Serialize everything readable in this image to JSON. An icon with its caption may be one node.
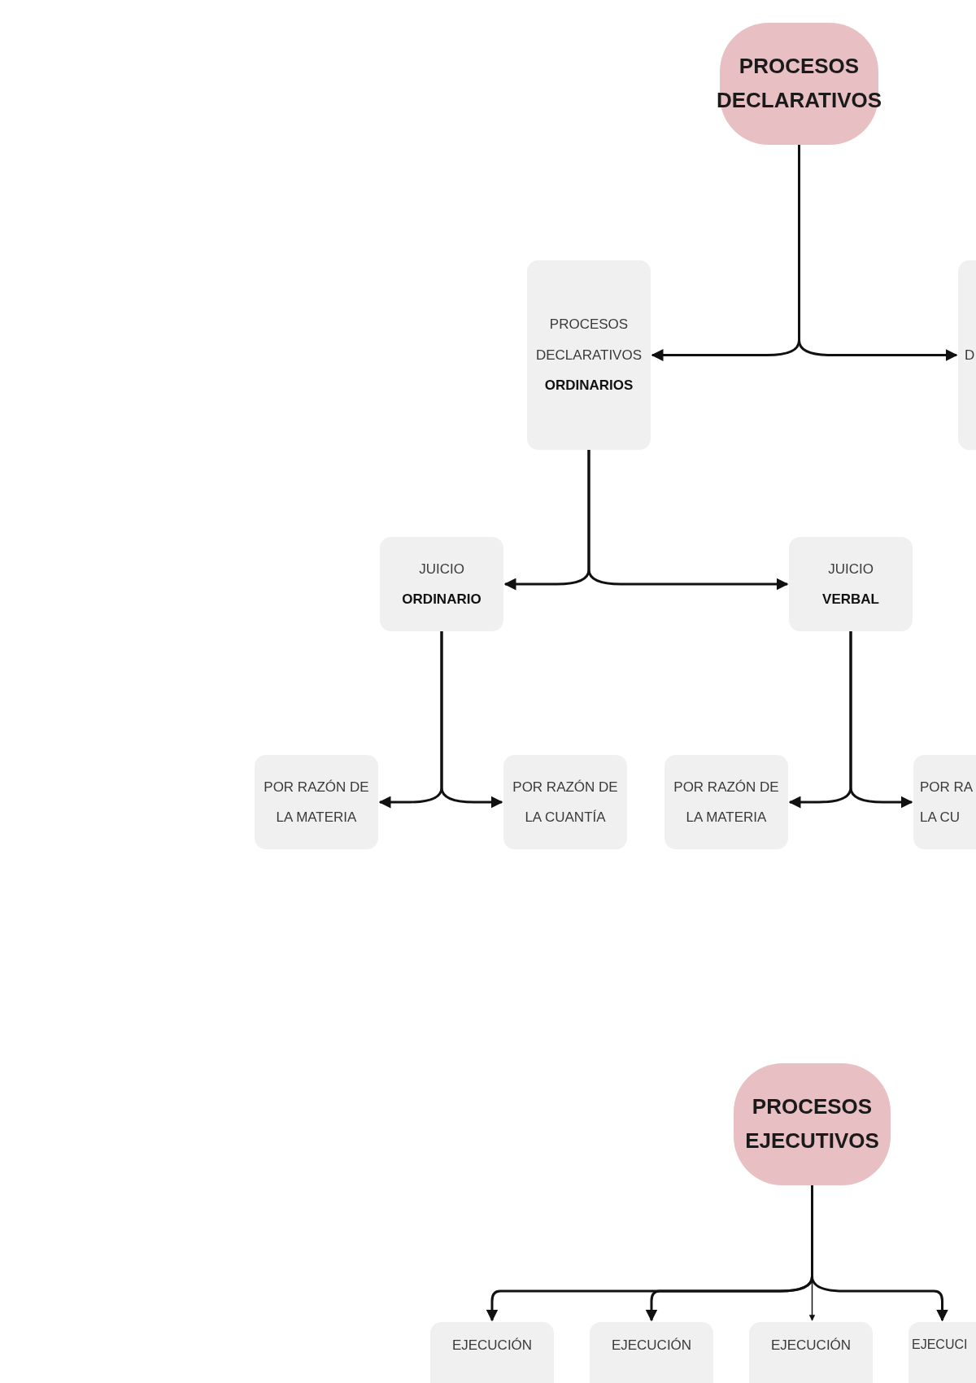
{
  "diagram": {
    "nodes": [
      {
        "text": [
          "PROCESOS DECLARATIVOS"
        ]
      },
      {
        "text": [
          "PROCESOS DECLARATIVOS",
          "ORDINARIOS"
        ]
      },
      {
        "text": [
          "D"
        ]
      },
      {
        "text": [
          "JUICIO",
          "ORDINARIO"
        ]
      },
      {
        "text": [
          "JUICIO",
          "VERBAL"
        ]
      },
      {
        "text": [
          "POR RAZÓN DE LA MATERIA"
        ]
      },
      {
        "text": [
          "POR RAZÓN DE LA CUANTÍA"
        ]
      },
      {
        "text": [
          "POR RAZÓN DE LA MATERIA"
        ]
      },
      {
        "text": [
          "POR RA LA CU"
        ]
      },
      {
        "text": [
          "PROCESOS EJECUTIVOS"
        ]
      },
      {
        "text": [
          "EJECUCIÓN"
        ]
      },
      {
        "text": [
          "EJECUCIÓN"
        ]
      },
      {
        "text": [
          "EJECUCIÓN"
        ]
      },
      {
        "text": [
          "EJECUCI"
        ]
      }
    ],
    "edges": [
      {
        "from": 0,
        "to": 1,
        "arrow": "to"
      },
      {
        "from": 0,
        "to": 2,
        "arrow": "to"
      },
      {
        "from": 1,
        "to": 3,
        "arrow": "to"
      },
      {
        "from": 1,
        "to": 4,
        "arrow": "to"
      },
      {
        "from": 3,
        "to": 5,
        "arrow": "to"
      },
      {
        "from": 3,
        "to": 6,
        "arrow": "to"
      },
      {
        "from": 4,
        "to": 7,
        "arrow": "to"
      },
      {
        "from": 4,
        "to": 8,
        "arrow": "to"
      },
      {
        "from": 9,
        "to": 10,
        "arrow": "to"
      },
      {
        "from": 9,
        "to": 11,
        "arrow": "to"
      },
      {
        "from": 9,
        "to": 12,
        "arrow": "to"
      },
      {
        "from": 9,
        "to": 13,
        "arrow": "to"
      }
    ]
  }
}
